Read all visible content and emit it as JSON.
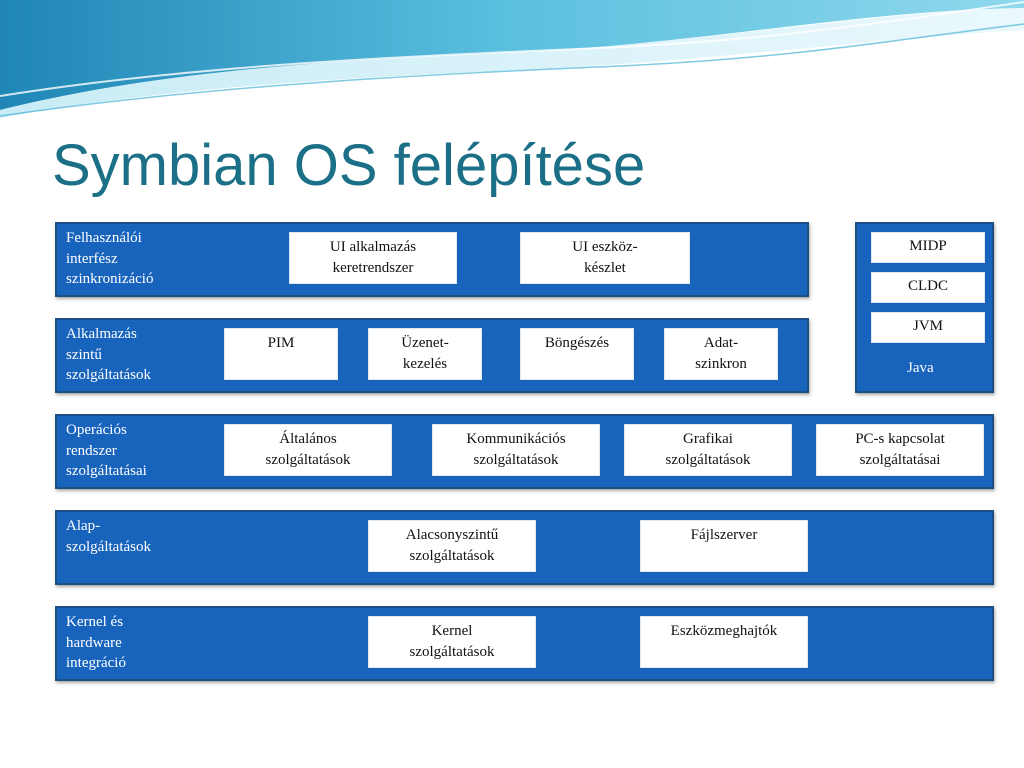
{
  "title": "Symbian OS felépítése",
  "layers": {
    "ui": {
      "label": "Felhasználói\ninterfész\nszinkronizáció",
      "boxes": [
        "UI alkalmazás\nkeretrendszer",
        "UI eszköz-\nkészlet"
      ]
    },
    "app_services": {
      "label": "Alkalmazás\nszintű\nszolgáltatások",
      "boxes": [
        "PIM",
        "Üzenet-\nkezelés",
        "Böngészés",
        "Adat-\nszinkron"
      ]
    },
    "os_services": {
      "label": "Operációs\nrendszer\nszolgáltatásai",
      "boxes": [
        "Általános\nszolgáltatások",
        "Kommunikációs\nszolgáltatások",
        "Grafikai\nszolgáltatások",
        "PC-s kapcsolat\nszolgáltatásai"
      ]
    },
    "base_services": {
      "label": "Alap-\nszolgáltatások",
      "boxes": [
        "Alacsonyszintű\nszolgáltatások",
        "Fájlszerver"
      ]
    },
    "kernel": {
      "label": "Kernel és\nhardware\nintegráció",
      "boxes": [
        "Kernel\nszolgáltatások",
        "Eszközmeghajtók"
      ]
    }
  },
  "java": {
    "label": "Java",
    "boxes": [
      "MIDP",
      "CLDC",
      "JVM"
    ]
  },
  "colors": {
    "layer_fill": "#1864bd",
    "layer_border": "#1a4f82",
    "title": "#1b6f86"
  }
}
